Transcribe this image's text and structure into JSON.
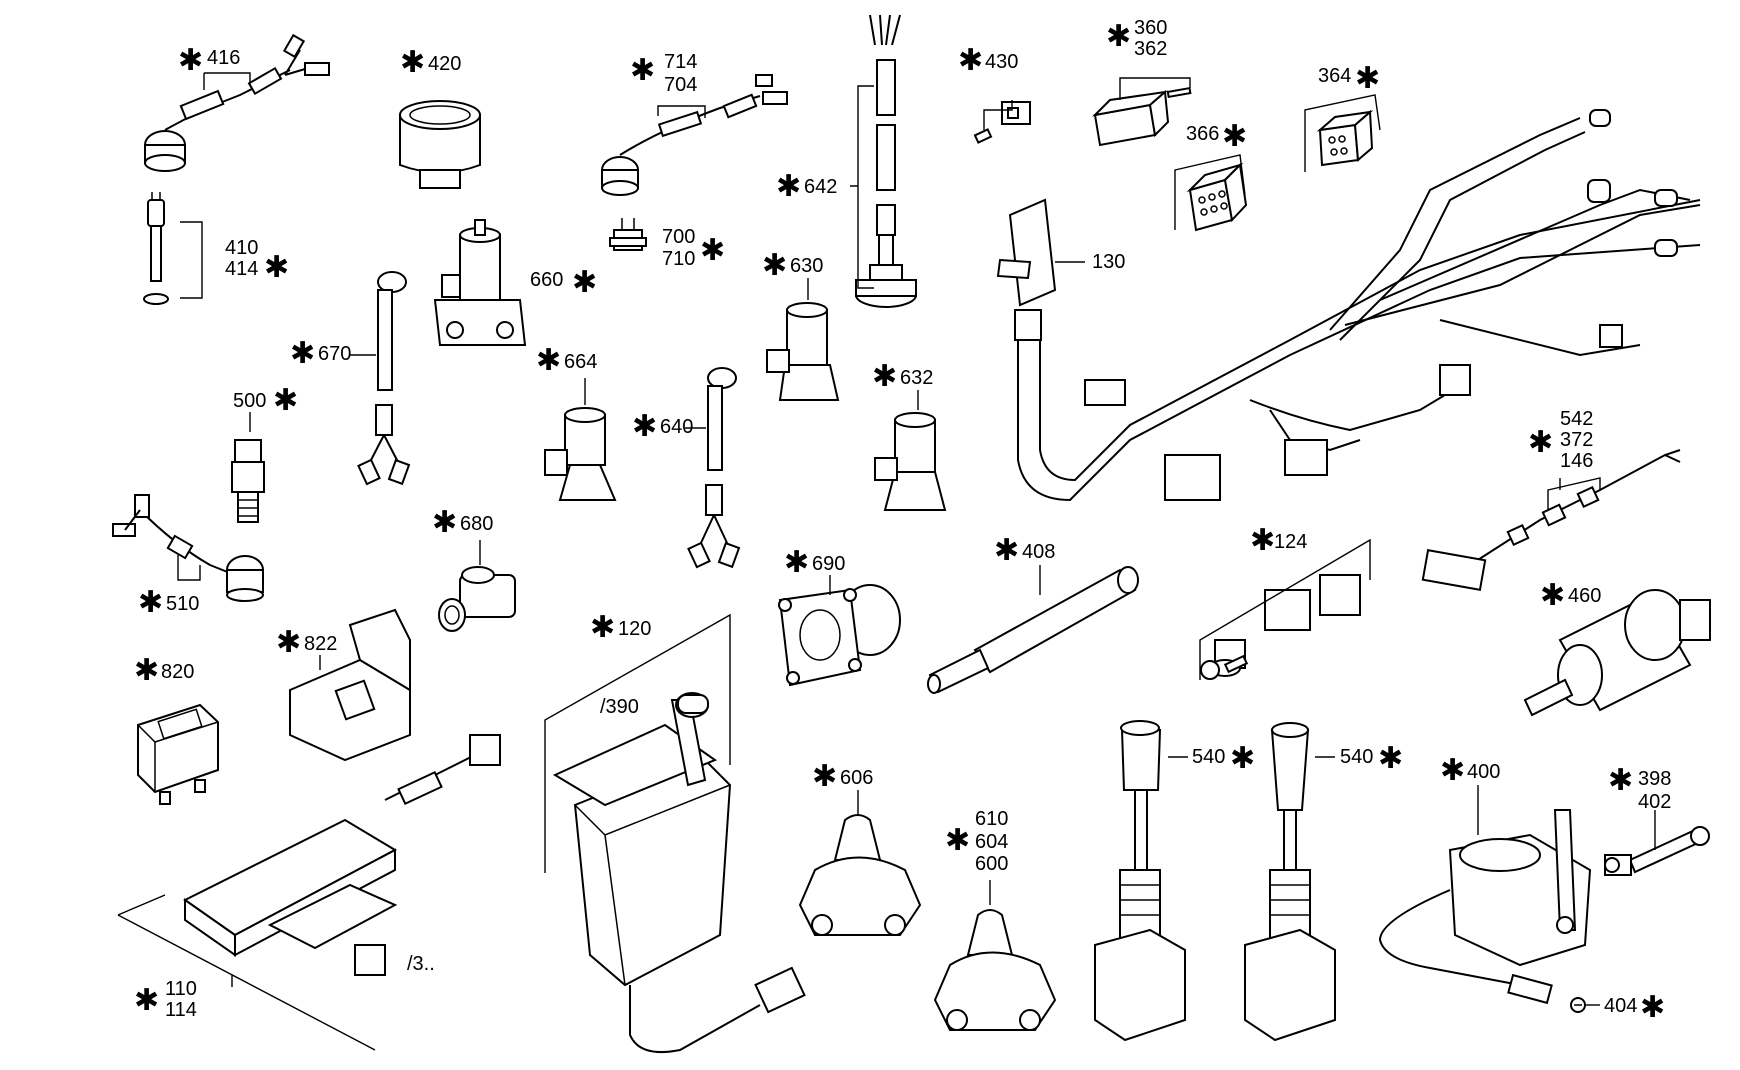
{
  "diagram": {
    "labels": {
      "l416": "416",
      "l420": "420",
      "l714": "714",
      "l704": "704",
      "l642": "642",
      "l430": "430",
      "l360": "360",
      "l362": "362",
      "l364": "364",
      "l366": "366",
      "l410": "410",
      "l414": "414",
      "l700": "700",
      "l710": "710",
      "l660": "660",
      "l630": "630",
      "l130": "130",
      "l670": "670",
      "l664": "664",
      "l632": "632",
      "l500": "500",
      "l640": "640",
      "l542": "542",
      "l372": "372",
      "l146": "146",
      "l680": "680",
      "l510": "510",
      "l690": "690",
      "l408": "408",
      "l124": "124",
      "l460": "460",
      "l822": "822",
      "l120": "120",
      "l820": "820",
      "l390": "/390",
      "l606": "606",
      "l540a": "540",
      "l540b": "540",
      "l400": "400",
      "l398": "398",
      "l402": "402",
      "l610": "610",
      "l604": "604",
      "l600": "600",
      "l3": "/3..",
      "l404": "404",
      "l110": "110",
      "l114": "114"
    },
    "marker": "✱"
  }
}
